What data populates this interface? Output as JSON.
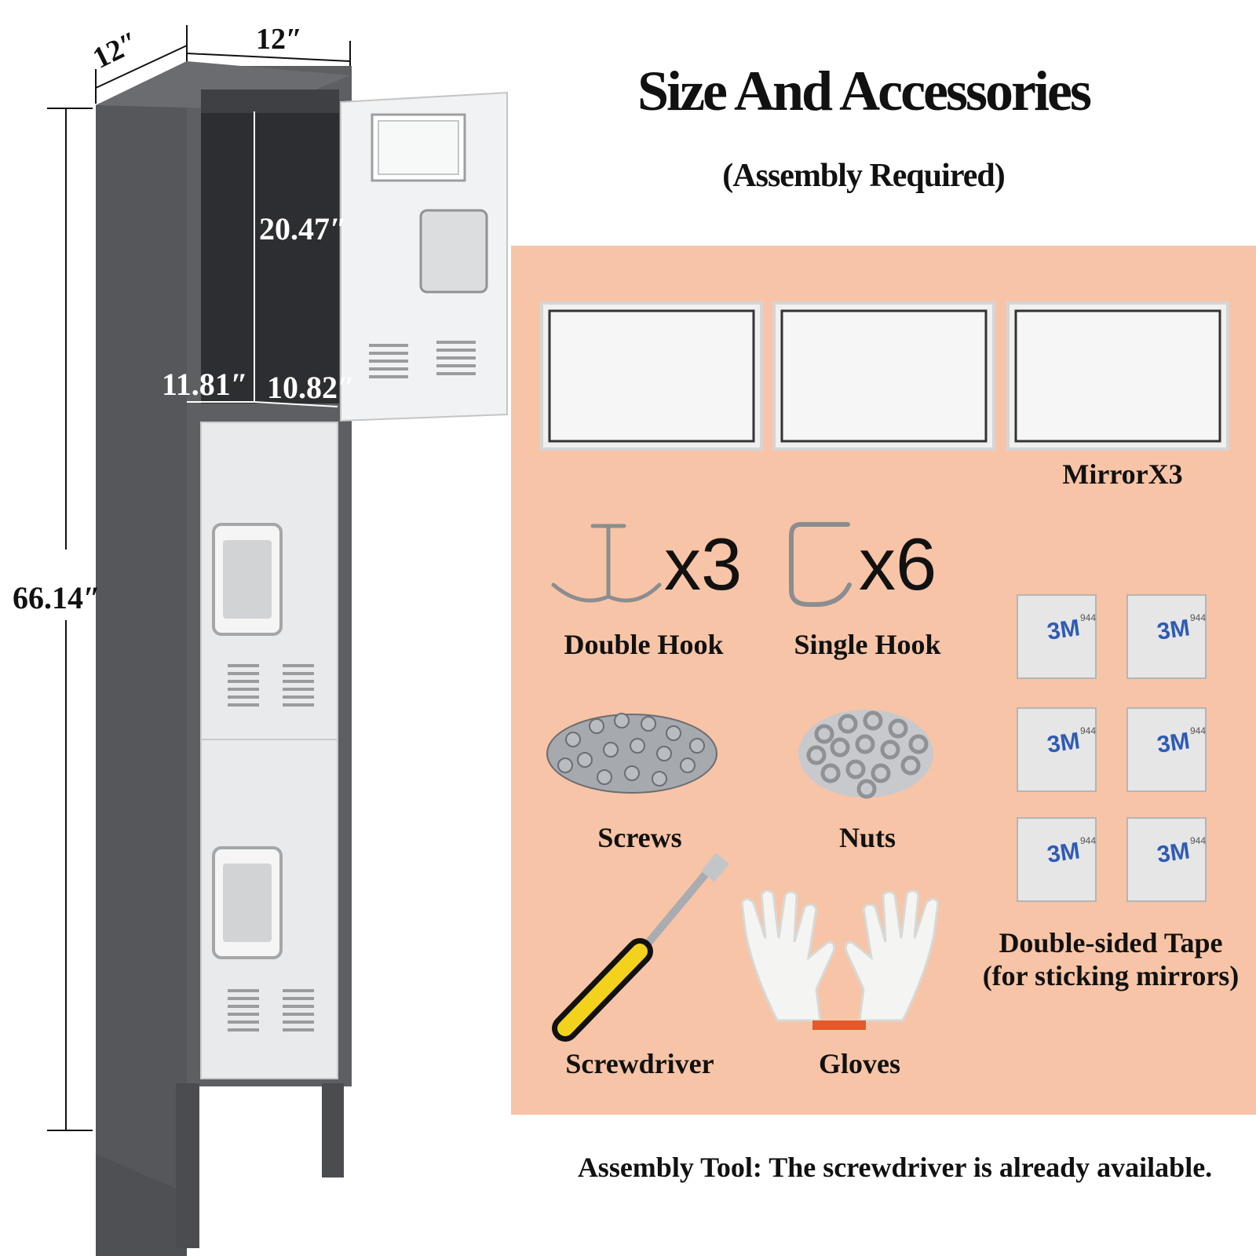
{
  "header": {
    "title": "Size And Accessories",
    "subtitle": "(Assembly Required)"
  },
  "dimensions": {
    "depth": "12″",
    "width": "12″",
    "height": "66.14″",
    "inner_height": "20.47″",
    "inner_depth": "11.81″",
    "inner_width": "10.82″"
  },
  "accessories": {
    "mirror_label": "MirrorX3",
    "double_hook_qty": "x3",
    "double_hook_label": "Double Hook",
    "single_hook_qty": "x6",
    "single_hook_label": "Single Hook",
    "screws_label": "Screws",
    "nuts_label": "Nuts",
    "tape_line1": "Double-sided Tape",
    "tape_line2": "(for sticking mirrors)",
    "tape_brand": "3M",
    "tape_code": "944",
    "screwdriver_label": "Screwdriver",
    "gloves_label": "Gloves"
  },
  "footer": {
    "note": "Assembly Tool: The screwdriver is already available."
  },
  "colors": {
    "panel_bg": "#f7c4a7",
    "locker_body": "#5d5f63",
    "locker_door": "#e9eaec"
  }
}
